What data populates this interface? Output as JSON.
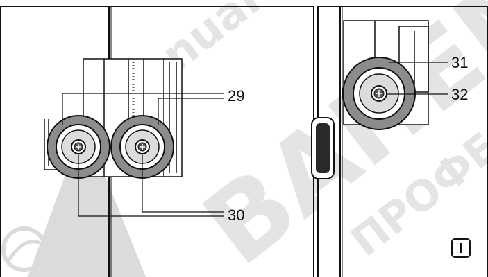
{
  "callouts": {
    "c29": "29",
    "c30": "30",
    "c31": "31",
    "c32": "32"
  },
  "panel_id": "I",
  "watermark": {
    "brand": "BAHEM",
    "arc": "Manual",
    "sub": "ПРОФЕС"
  },
  "colors": {
    "line": "#111111",
    "wheel_tire": "#8c8c8c",
    "wheel_rim": "#d9d9d9",
    "watermark": "#cfcfcf"
  },
  "icons": {
    "screw": "cross-screw-icon",
    "watermark_logo": "brand-logo-icon"
  }
}
